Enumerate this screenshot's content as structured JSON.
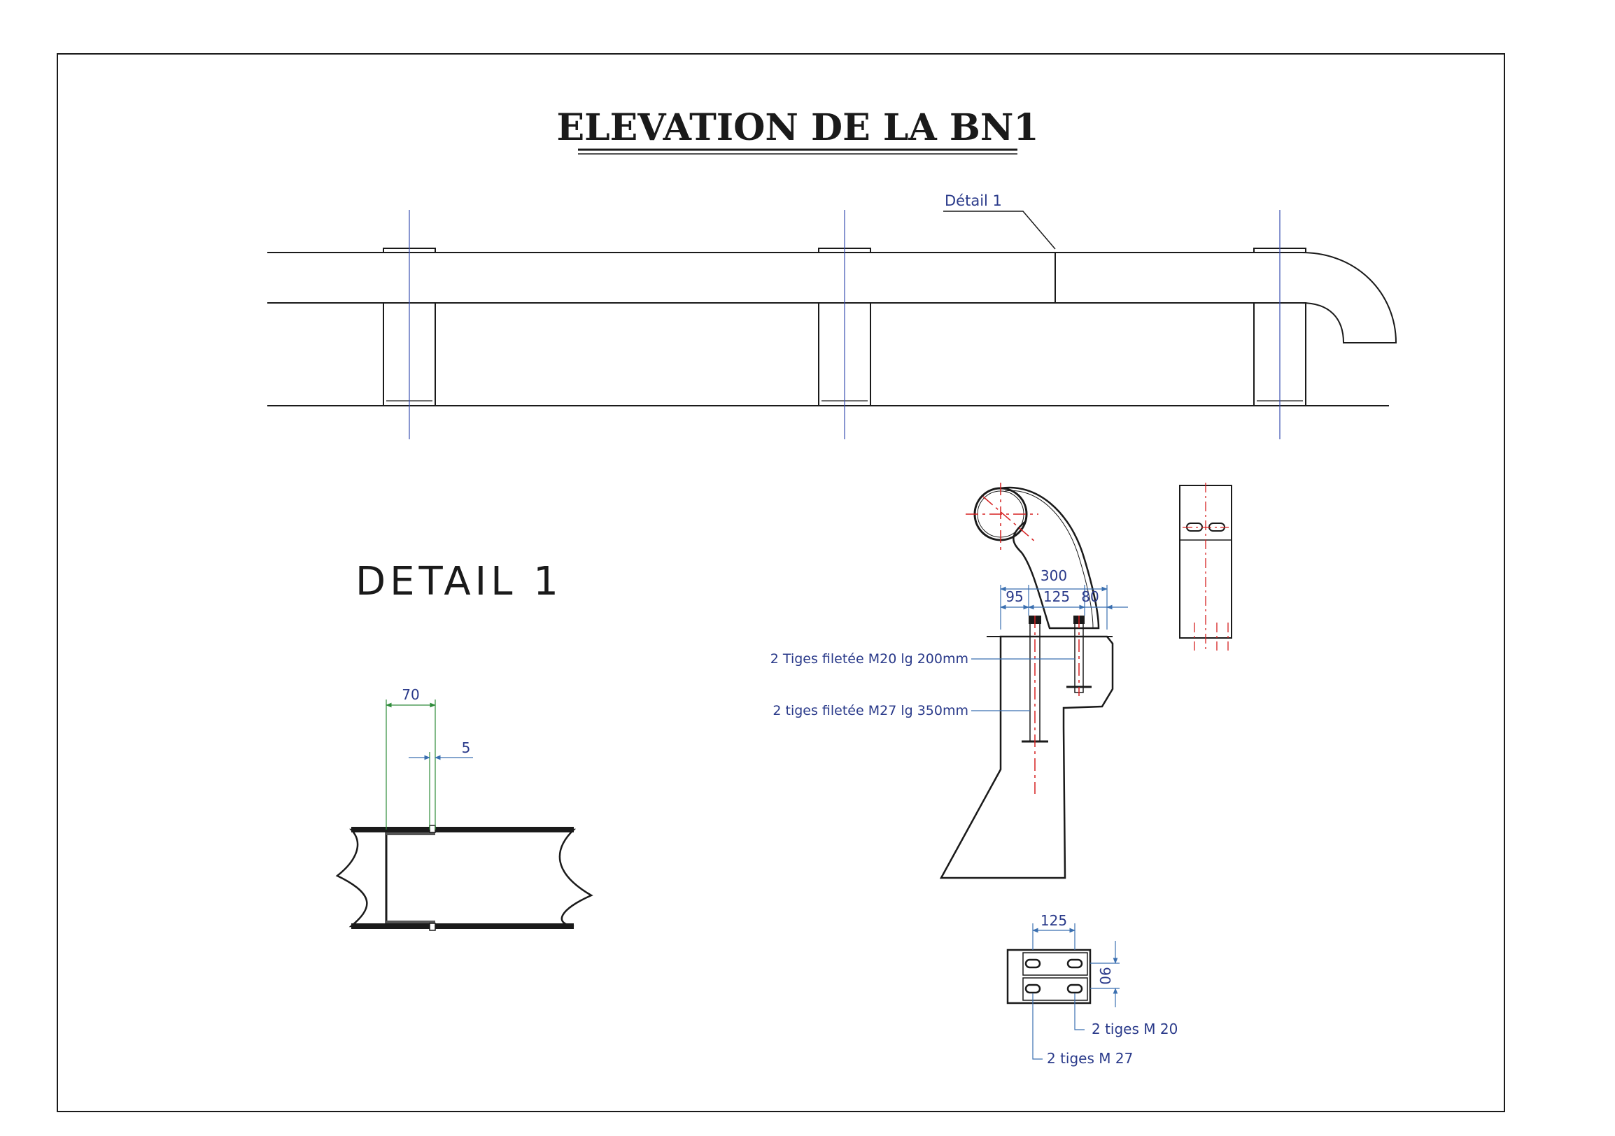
{
  "title": "ELEVATION DE LA BN1",
  "elevation": {
    "detail_callout": "Détail 1"
  },
  "detail1": {
    "heading": "DETAIL 1",
    "dim_sleeve": "70",
    "dim_gap": "5"
  },
  "section": {
    "dim_total": "300",
    "dim_a": "95",
    "dim_b": "125",
    "dim_c": "80",
    "label_rods_m20": "2 Tiges filetée M20 lg 200mm",
    "label_rods_m27": "2 tiges filetée M27 lg 350mm"
  },
  "plate": {
    "dim_width": "125",
    "dim_height": "90",
    "label_m20": "2 tiges M 20",
    "label_m27": "2 tiges M 27"
  },
  "colors": {
    "line": "#1a1a1a",
    "axis": "#3a4fb0",
    "center": "#d62020",
    "dim_green": "#2e8b3a",
    "dim_text": "#2a3a8a"
  }
}
